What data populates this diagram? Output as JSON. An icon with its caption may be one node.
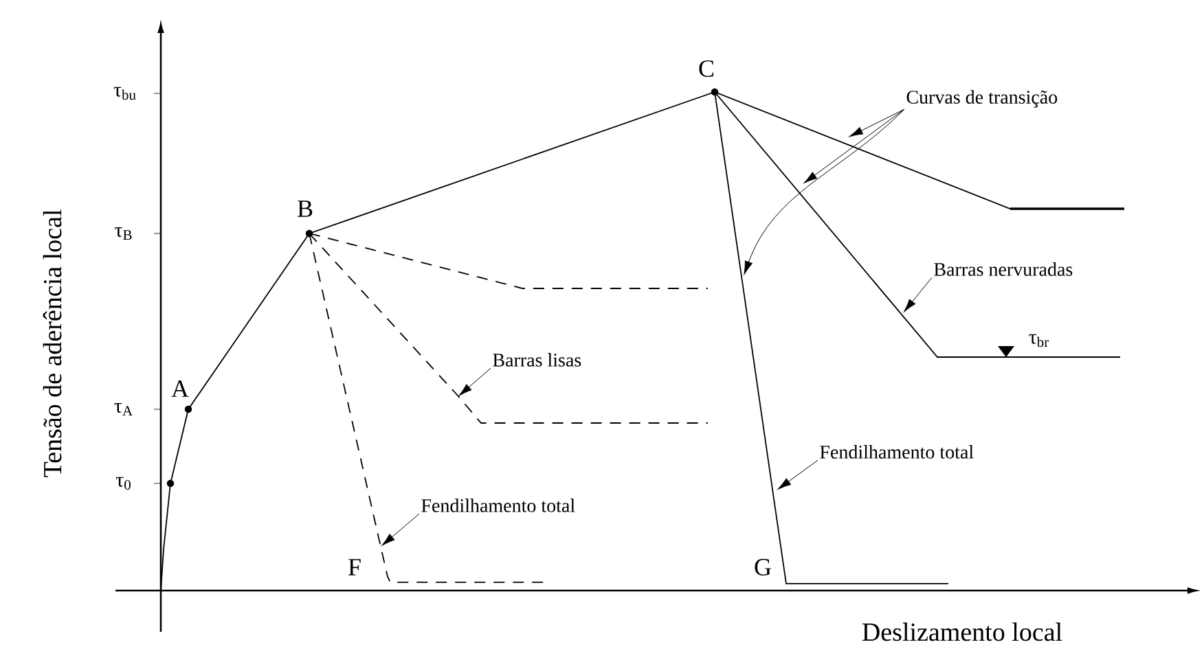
{
  "diagram": {
    "nodes": [
      {
        "text": [
          "Curvas de transição"
        ]
      },
      {
        "text": [
          "Barras nervuradas"
        ]
      },
      {
        "text": [
          "Barras lisas"
        ]
      },
      {
        "text": [
          "Fendilhamento total"
        ]
      },
      {
        "text": [
          "Fendilhamento total"
        ]
      }
    ],
    "edges": [
      {
        "from": 0,
        "to": null,
        "arrow": "to"
      },
      {
        "from": 0,
        "to": null,
        "arrow": "to"
      },
      {
        "from": 0,
        "to": null,
        "arrow": "to"
      },
      {
        "from": 1,
        "to": null,
        "arrow": "to"
      },
      {
        "from": 2,
        "to": null,
        "arrow": "to"
      },
      {
        "from": 3,
        "to": null,
        "arrow": "to"
      },
      {
        "from": 4,
        "to": null,
        "arrow": "to"
      }
    ],
    "labels": [
      "Tensão de aderência local",
      "τ$_{bu}$",
      "C",
      "B",
      "τ$_{B}$",
      "τ$_{br}$",
      "A",
      "τ$_{A}$",
      "τ$_{0}$",
      "F",
      "G",
      "Deslizamento local"
    ]
  }
}
